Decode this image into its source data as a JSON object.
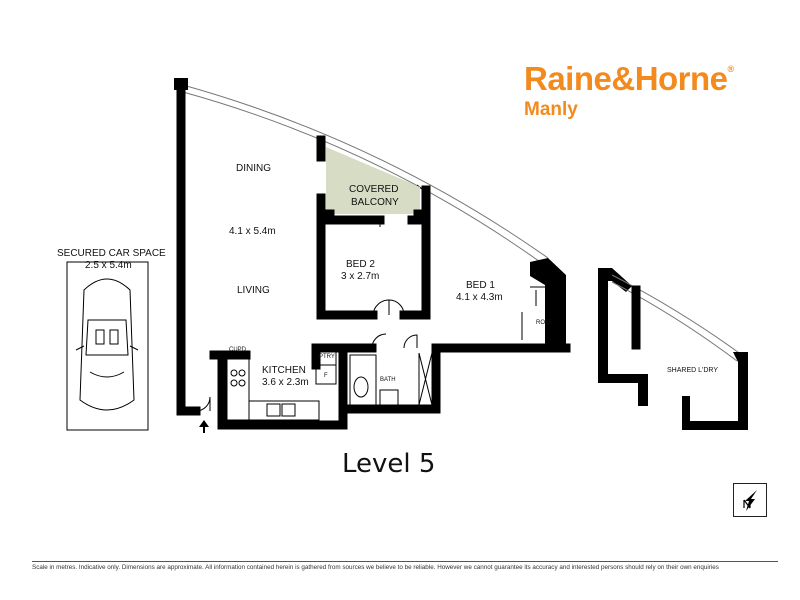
{
  "brand": {
    "name": "Raine&Horne",
    "mark": "®",
    "office": "Manly",
    "color": "#f28a1e"
  },
  "level": "Level 5",
  "rooms": {
    "dining": "DINING",
    "living_size": "4.1 x 5.4m",
    "living": "LIVING",
    "balcony_line1": "COVERED",
    "balcony_line2": "BALCONY",
    "bed2": "BED 2",
    "bed2_size": "3 x 2.7m",
    "bed1": "BED 1",
    "bed1_size": "4.1 x 4.3m",
    "robe": "ROBE",
    "kitchen": "KITCHEN",
    "kitchen_size": "3.6 x 2.3m",
    "cupd": "CUPD",
    "ptry": "PTRY",
    "fridge": "F",
    "bath": "BATH",
    "car_space": "SECURED CAR SPACE",
    "car_size": "2.5 x 5.4m",
    "laundry": "SHARED L'DRY"
  },
  "colors": {
    "balcony_fill": "#d7dcc4",
    "wall": "#000000"
  },
  "icons": {
    "north": "north-arrow-icon",
    "entry": "entry-arrow-icon",
    "car": "car-icon"
  },
  "footer": "Scale in metres. Indicative only. Dimensions are approximate. All information contained herein is gathered from sources we believe to be reliable. However we cannot guarantee its accuracy and interested persons should rely on their own enquiries"
}
